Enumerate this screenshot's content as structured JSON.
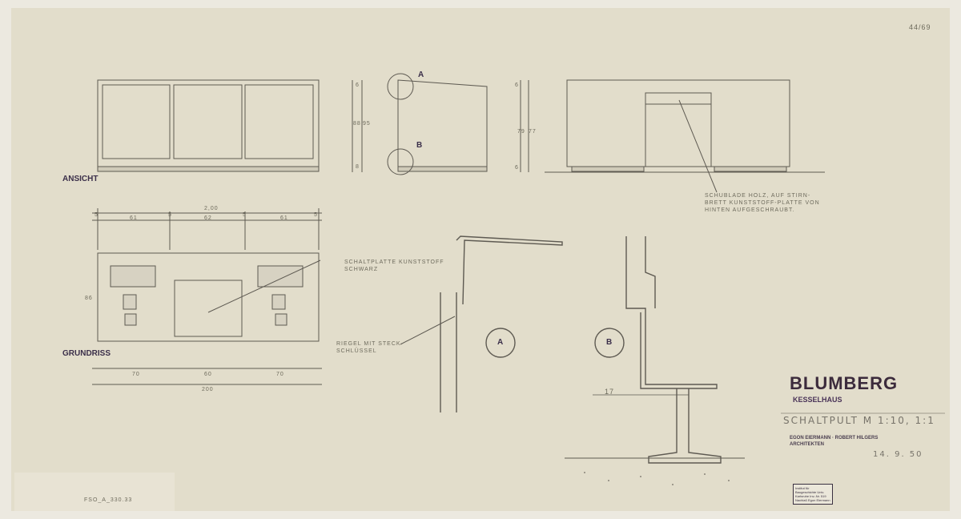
{
  "sheet_number": "44/69",
  "views": {
    "elevation": "ANSICHT",
    "plan": "GRUNDRISS"
  },
  "section_labels": {
    "a": "A",
    "b": "B"
  },
  "plan_dims": {
    "total_top": "2,00",
    "parts_top": [
      "5",
      "61",
      "5",
      "62",
      "5",
      "61",
      "5"
    ],
    "parts_bottom": [
      "70",
      "60",
      "70"
    ],
    "total_bottom": "200",
    "depth": "86"
  },
  "elev_dims": [
    "6",
    "88",
    "95",
    "8"
  ],
  "side_dims": [
    "6",
    "79",
    "77",
    "6"
  ],
  "notes": {
    "drawer": "SCHUBLADE HOLZ, AUF STIRN-\nBRETT KUNSTSTOFF-PLATTE VON\nHINTEN AUFGESCHRAUBT.",
    "panel": "SCHALTPLATTE KUNSTSTOFF\nSCHWARZ",
    "latch": "RIEGEL MIT STECK-\nSCHLÜSSEL",
    "detail_dim": "17"
  },
  "title_block": {
    "project": "BLUMBERG",
    "building": "KESSELHAUS",
    "drawing": "SCHALTPULT M 1:10, 1:1",
    "architects": "EGON EIERMANN · ROBERT HILGERS",
    "role": "ARCHITEKTEN",
    "date": "14. 9. 50",
    "stamp": "Institut für Baugeschichte Univ. Karlsruhe Inv.-Nr. 519 Nachlaß Egon Eiermann"
  },
  "archive_ref": "FSO_A_330.33"
}
